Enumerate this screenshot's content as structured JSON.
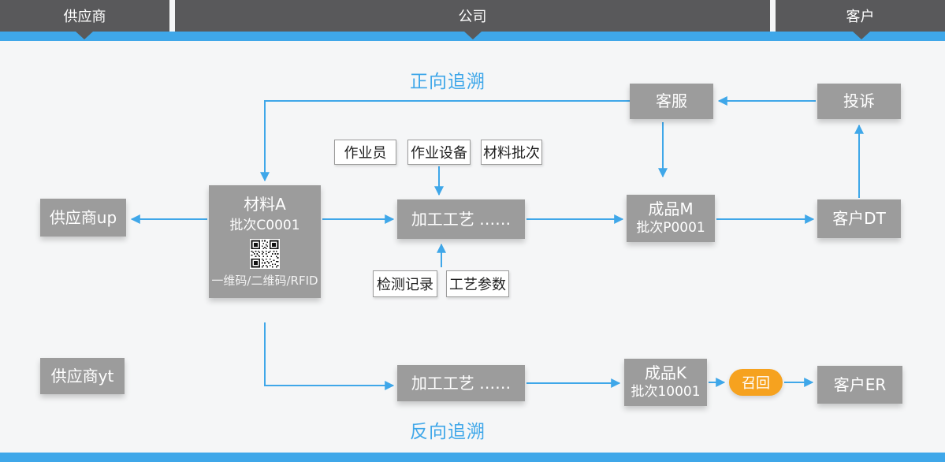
{
  "header": {
    "sections": [
      {
        "label": "供应商"
      },
      {
        "label": "公司"
      },
      {
        "label": "客户"
      }
    ]
  },
  "titles": {
    "forward": "正向追溯",
    "backward": "反向追溯"
  },
  "nodes": {
    "customer_service": "客服",
    "complaint": "投诉",
    "supplier_up": "供应商up",
    "material_a": {
      "name": "材料A",
      "batch": "批次C0001",
      "code_label": "一维码/二维码/RFID"
    },
    "process_top": "加工工艺 ……",
    "product_m": {
      "name": "成品M",
      "batch": "批次P0001"
    },
    "customer_dt": "客户DT",
    "supplier_yt": "供应商yt",
    "process_bottom": "加工工艺 ……",
    "product_k": {
      "name": "成品K",
      "batch": "批次10001"
    },
    "recall": "召回",
    "customer_er": "客户ER"
  },
  "tags": {
    "operator": "作业员",
    "equipment": "作业设备",
    "material_batch": "材料批次",
    "inspection_record": "检测记录",
    "process_params": "工艺参数"
  },
  "icons": {
    "qr": "qr-code"
  },
  "colors": {
    "header_bg": "#59595b",
    "accent_blue": "#3fa7e9",
    "node_gray": "#9c9c9c",
    "recall_orange": "#f6a21f",
    "background": "#f5f6f7"
  }
}
